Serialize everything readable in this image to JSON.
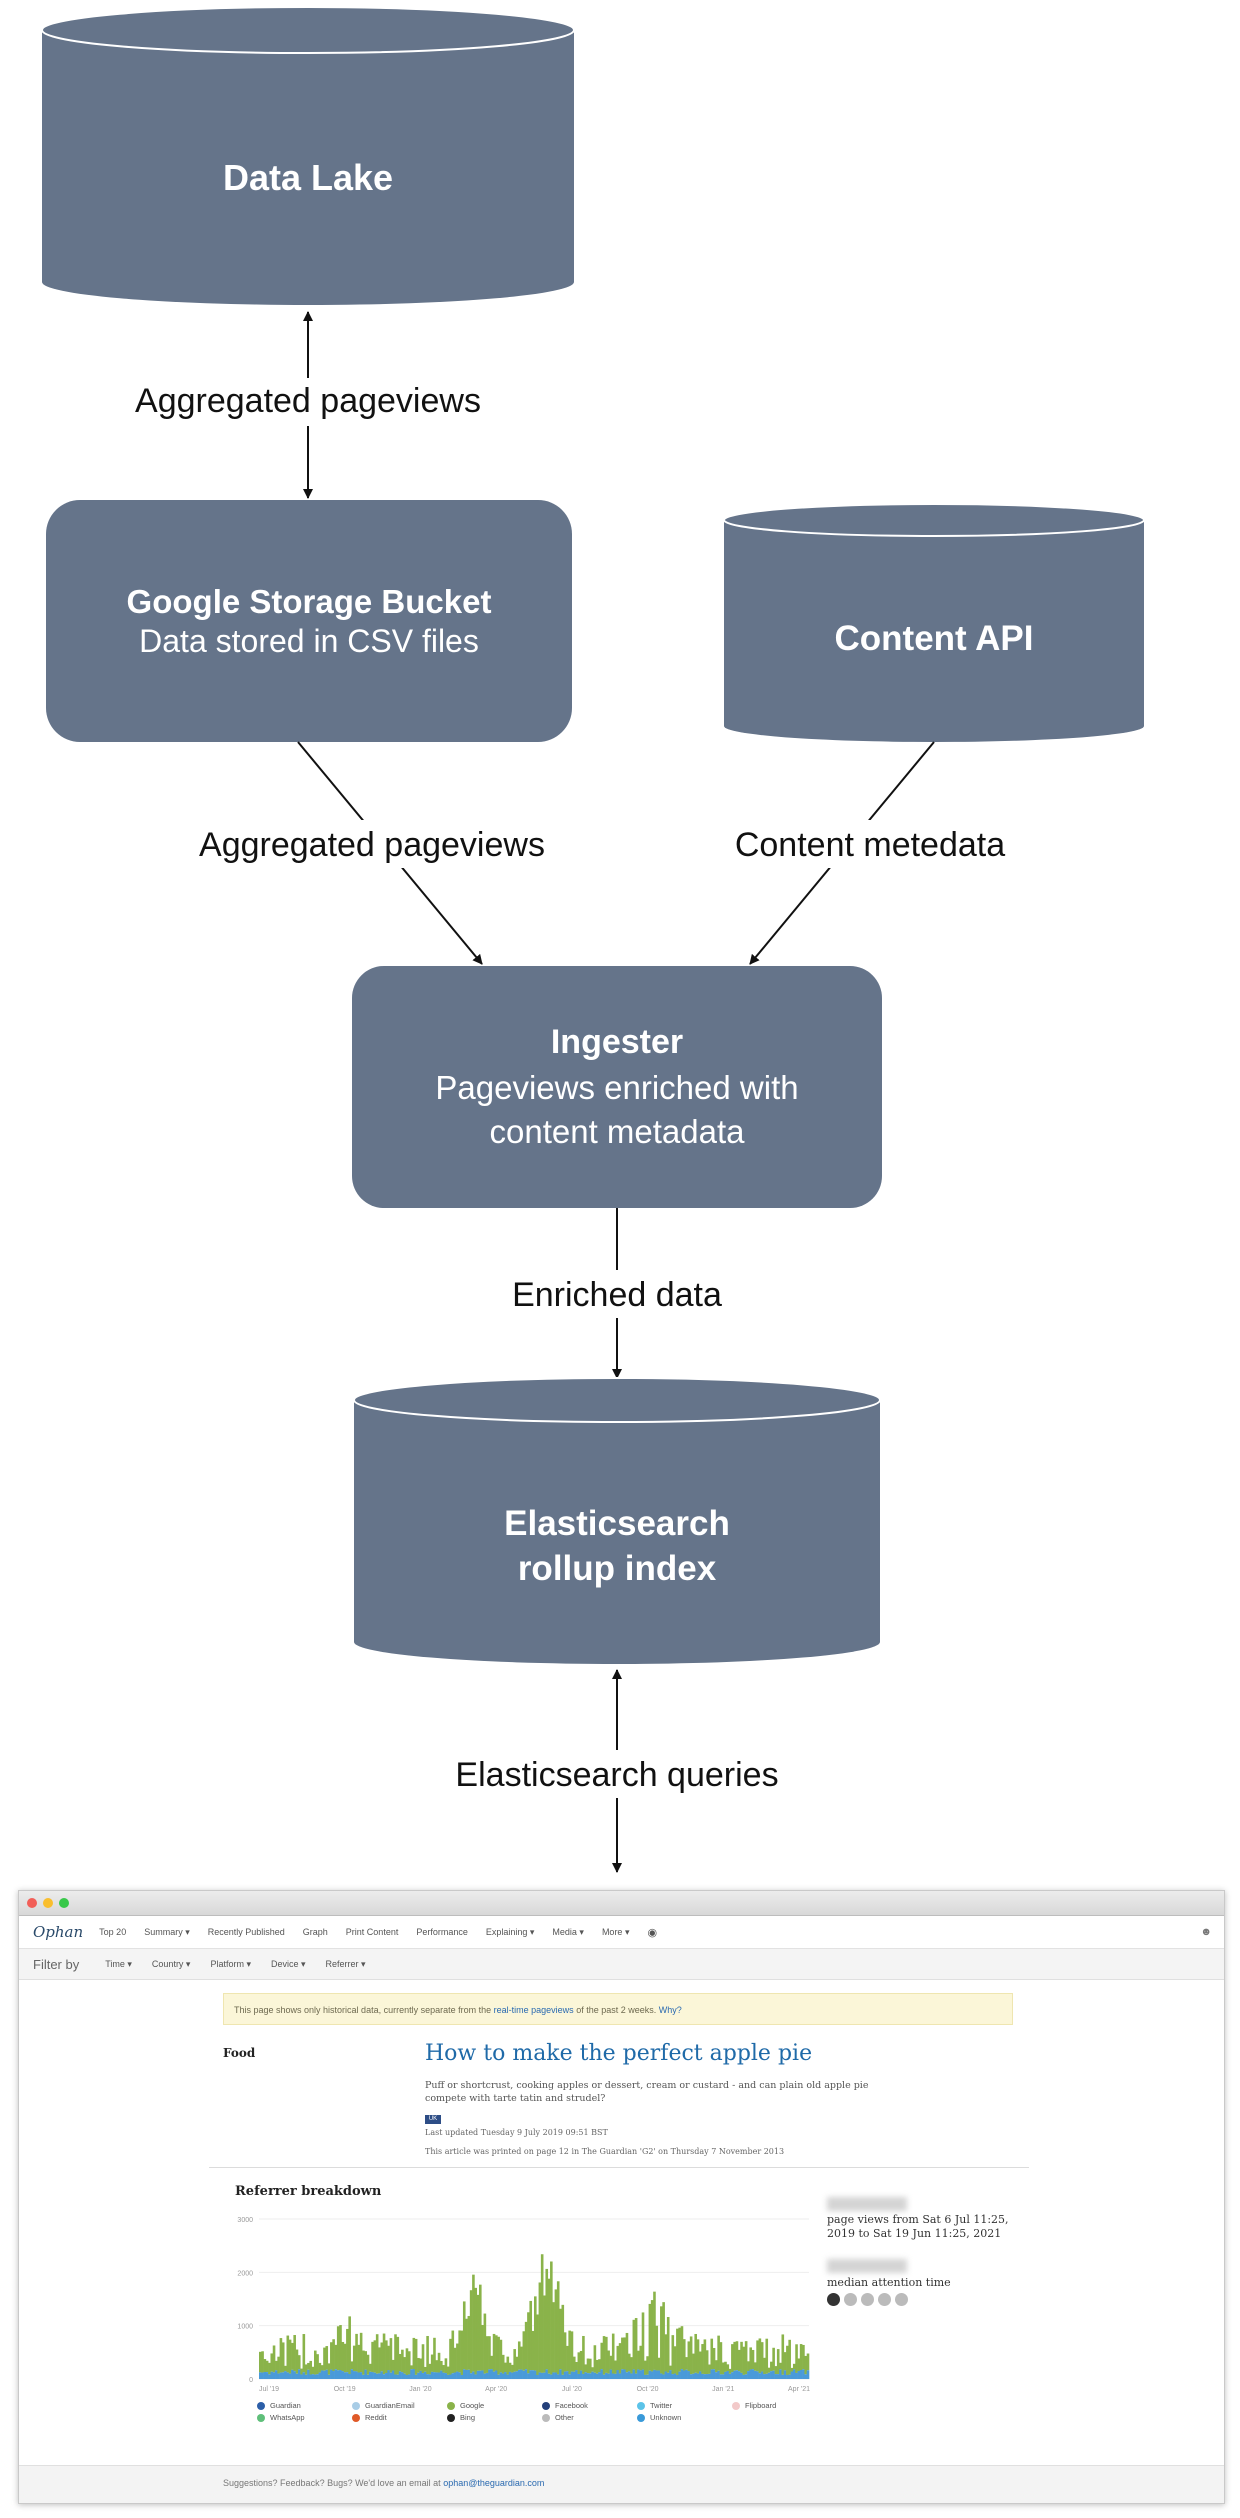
{
  "nodes": {
    "data_lake": {
      "title": "Data Lake"
    },
    "gcs": {
      "title": "Google Storage Bucket",
      "subtitle": "Data stored in CSV files"
    },
    "content_api": {
      "title": "Content API"
    },
    "ingester": {
      "title": "Ingester",
      "line2": "Pageviews enriched with",
      "line3": "content metadata"
    },
    "es": {
      "line1": "Elasticsearch",
      "line2": "rollup index"
    }
  },
  "edges": {
    "lake_gcs": "Aggregated pageviews",
    "gcs_ingester": "Aggregated pageviews",
    "api_ingester": "Content metedata",
    "ingester_es": "Enriched data",
    "es_app": "Elasticsearch queries"
  },
  "colors": {
    "node_fill": "#65748a",
    "node_text": "#ffffff",
    "arrow": "#111111",
    "link": "#2a6ab0"
  },
  "app": {
    "logo": "Ophan",
    "nav": [
      "Top 20",
      "Summary ▾",
      "Recently Published",
      "Graph",
      "Print Content",
      "Performance",
      "Explaining ▾",
      "Media ▾",
      "More ▾"
    ],
    "filter_title": "Filter by",
    "filters": [
      "Time ▾",
      "Country ▾",
      "Platform ▾",
      "Device ▾",
      "Referrer ▾"
    ],
    "notice_pre": "This page shows only historical data, currently separate from the",
    "notice_link": "real-time pageviews",
    "notice_post": "of the past 2 weeks.",
    "notice_why": "Why?",
    "section": "Food",
    "headline": "How to make the perfect apple pie",
    "standfirst": "Puff or shortcrust, cooking apples or dessert, cream or custard - and can plain old apple pie compete with tarte tatin and strudel?",
    "badge": "UK",
    "updated": "Last updated Tuesday 9 July 2019 09:51 BST",
    "print_note": "This article was printed on page 12 in The Guardian 'G2' on Thursday 7 November 2013",
    "breakdown_title": "Referrer breakdown",
    "stat_pageviews": "page views from Sat 6 Jul 11:25, 2019 to Sat 19 Jun 11:25, 2021",
    "stat_attention": "median attention time",
    "legend": [
      "Guardian",
      "GuardianEmail",
      "Google",
      "Facebook",
      "Twitter",
      "Flipboard",
      "WhatsApp",
      "Reddit",
      "Bing",
      "Other",
      "Unknown"
    ],
    "legend_colors": [
      "#2d5fa8",
      "#a9cde6",
      "#8ab34a",
      "#24407a",
      "#5cc3e8",
      "#f2c9c9",
      "#5fbf7a",
      "#e05a28",
      "#222222",
      "#bbbbbb",
      "#3a9ad9"
    ],
    "x_ticks": [
      "Jul '19",
      "Oct '19",
      "Jan '20",
      "Apr '20",
      "Jul '20",
      "Oct '20",
      "Jan '21",
      "Apr '21"
    ],
    "y_ticks": [
      "0",
      "1000",
      "2000",
      "3000"
    ],
    "footer_pre": "Suggestions? Feedback? Bugs? We'd love an email at",
    "footer_link": "ophan@theguardian.com"
  }
}
